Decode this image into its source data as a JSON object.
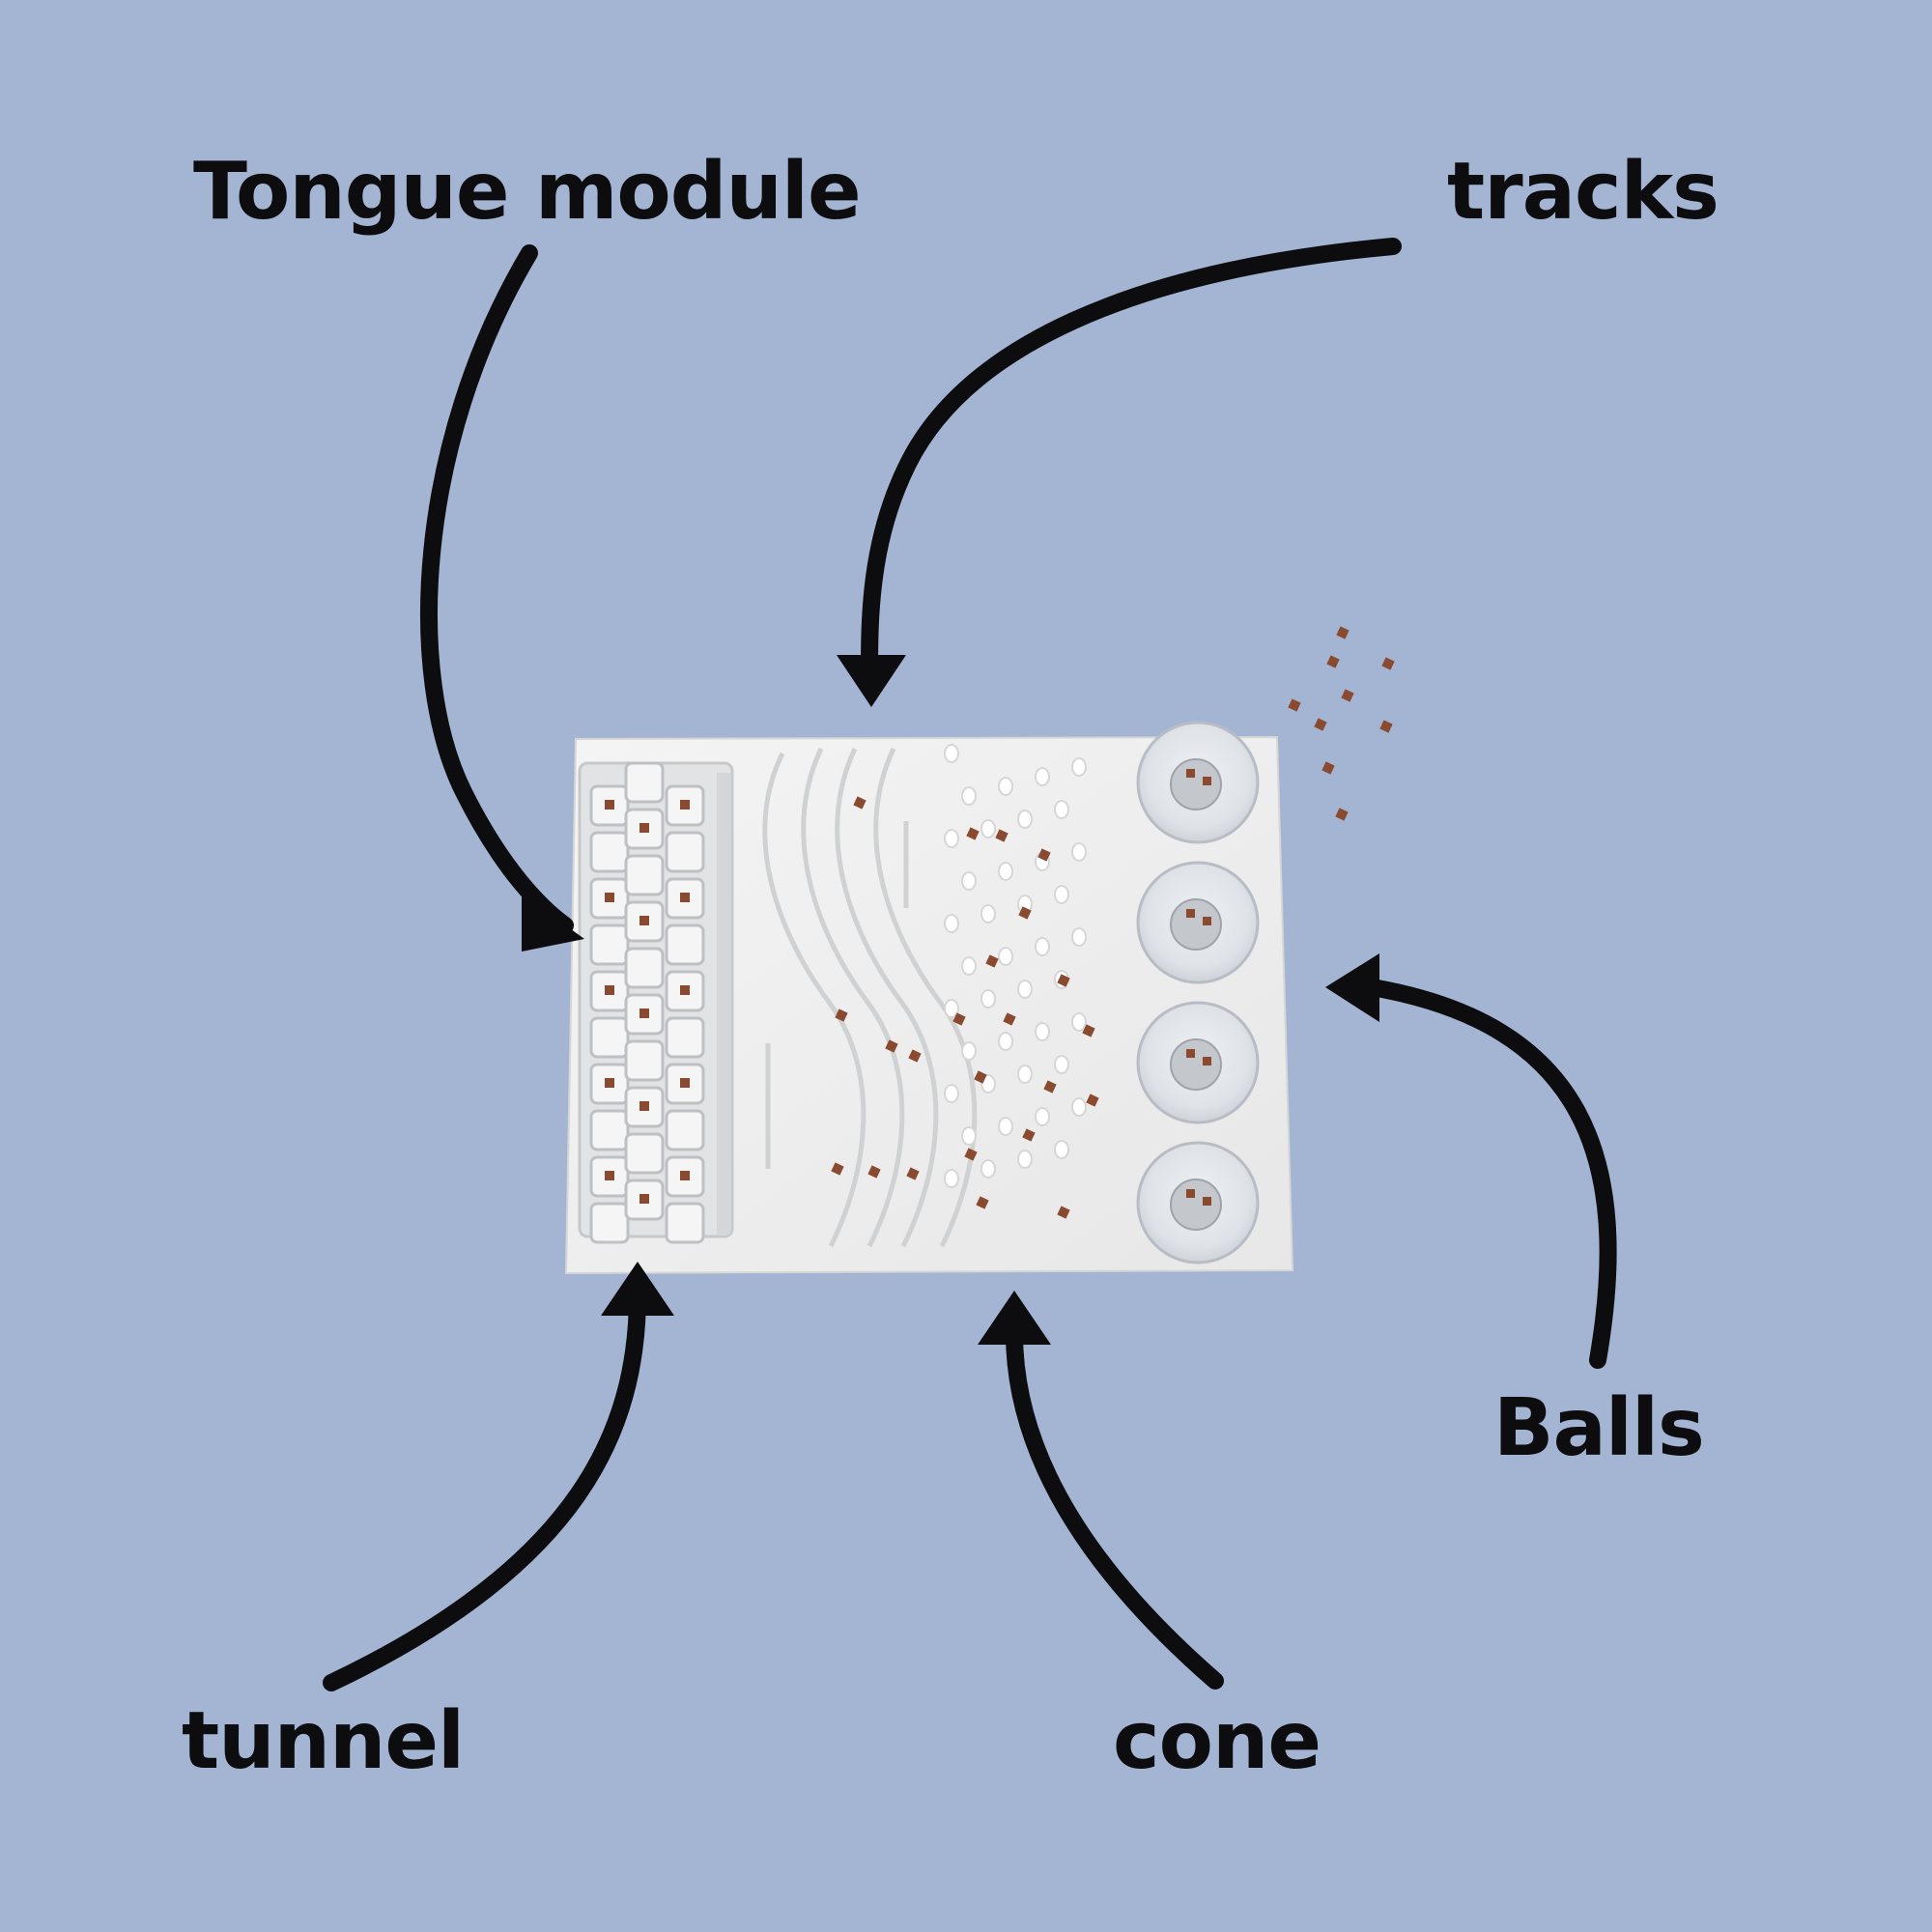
{
  "labels": {
    "tongue_module": "Tongue module",
    "tracks": "tracks",
    "balls": "Balls",
    "tunnel": "tunnel",
    "cone": "cone"
  },
  "colors": {
    "background": "#a3b5d3",
    "ink": "#0d0d0f",
    "board": "#f1f1f1",
    "treat": "#8a4a30"
  },
  "figure": {
    "subject": "lick-mat puzzle board with tongue module, wavy tracks, cone pegs, and four clear ball cups with treats",
    "ball_cups": 4
  }
}
